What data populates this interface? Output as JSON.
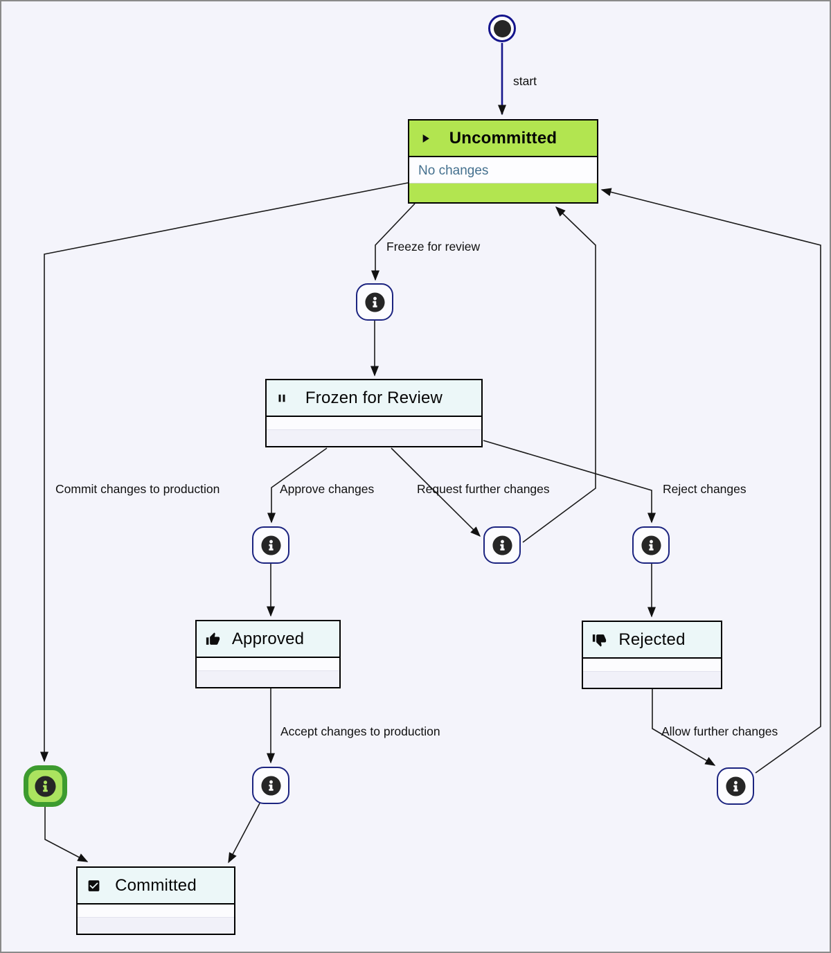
{
  "diagram_type": "state-machine-workflow",
  "colors": {
    "background": "#f4f4fb",
    "frame_border": "#8a8a8a",
    "active_state_green": "#b2e550",
    "active_node_border_green": "#3d9b2f",
    "state_header_cyan": "#ecf7f8",
    "edge_black": "#1a1a1a",
    "start_edge_navy": "#16168c",
    "transition_node_border_navy": "#1c2480",
    "activity_text_blue": "#44708e"
  },
  "states": {
    "uncommitted": {
      "title": "Uncommitted",
      "activity": "No changes",
      "icon": "play-icon",
      "highlighted": true
    },
    "frozen_for_review": {
      "title": "Frozen for Review",
      "icon": "pause-icon",
      "highlighted": false
    },
    "approved": {
      "title": "Approved",
      "icon": "thumbs-up-icon",
      "highlighted": false
    },
    "rejected": {
      "title": "Rejected",
      "icon": "thumbs-down-icon",
      "highlighted": false
    },
    "committed": {
      "title": "Committed",
      "icon": "check-square-icon",
      "highlighted": false
    }
  },
  "transitions": {
    "start": {
      "label": "start",
      "from": "initial",
      "to": "Uncommitted"
    },
    "freeze_for_review": {
      "label": "Freeze for review",
      "from": "Uncommitted",
      "to": "Frozen for Review"
    },
    "commit_changes": {
      "label": "Commit changes to production",
      "from": "Uncommitted",
      "to": "Committed",
      "highlighted": true
    },
    "approve_changes": {
      "label": "Approve changes",
      "from": "Frozen for Review",
      "to": "Approved"
    },
    "request_further_changes": {
      "label": "Request further changes",
      "from": "Frozen for Review",
      "to": "Uncommitted"
    },
    "reject_changes": {
      "label": "Reject changes",
      "from": "Frozen for Review",
      "to": "Rejected"
    },
    "accept_changes": {
      "label": "Accept changes to production",
      "from": "Approved",
      "to": "Committed"
    },
    "allow_further_changes": {
      "label": "Allow further changes",
      "from": "Rejected",
      "to": "Uncommitted"
    }
  }
}
